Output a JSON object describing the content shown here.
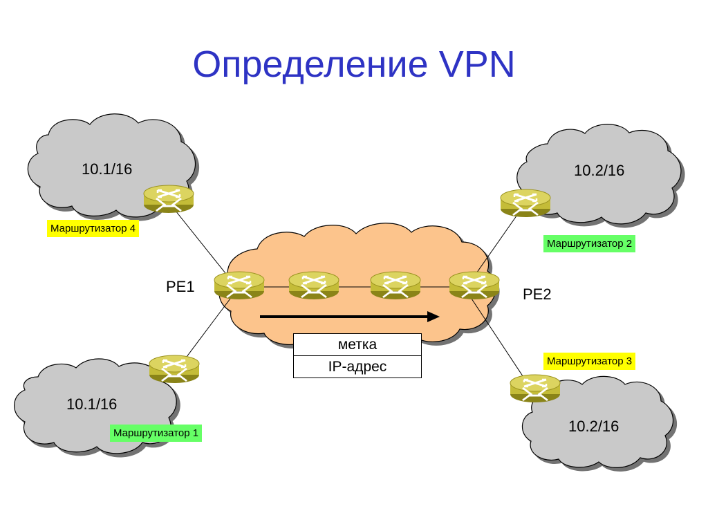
{
  "slide": {
    "title": "Определение VPN"
  },
  "clouds": {
    "top_left": {
      "prefix": "10.1/16"
    },
    "bottom_left": {
      "prefix": "10.1/16"
    },
    "top_right": {
      "prefix": "10.2/16"
    },
    "bottom_right": {
      "prefix": "10.2/16"
    }
  },
  "edge_routers": {
    "pe1": "PE1",
    "pe2": "PE2"
  },
  "site_routers": {
    "router_4": "Маршрутизатор 4",
    "router_1": "Маршрутизатор 1",
    "router_2": "Маршрутизатор 2",
    "router_3": "Маршрутизатор 3"
  },
  "packet": {
    "label_field": "метка",
    "ip_field": "IP-адрес"
  },
  "colors": {
    "title": "#2e33c4",
    "site_cloud": "#c9c9c9",
    "provider_cloud": "#fcc48c",
    "router_body": "#c8c03a",
    "tag_yellow": "#ffff00",
    "tag_green": "#66ff66"
  }
}
